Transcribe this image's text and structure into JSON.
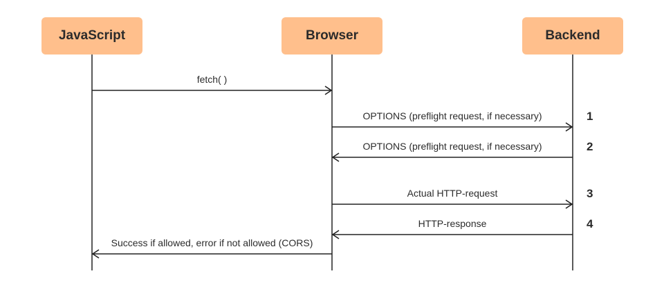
{
  "colors": {
    "actor_fill": "#ffbf8c",
    "line": "#222222",
    "text": "#2b2b2b"
  },
  "actors": [
    {
      "id": "js",
      "label": "JavaScript"
    },
    {
      "id": "browser",
      "label": "Browser"
    },
    {
      "id": "backend",
      "label": "Backend"
    }
  ],
  "messages": [
    {
      "from": "js",
      "to": "browser",
      "label": "fetch( )",
      "step": ""
    },
    {
      "from": "browser",
      "to": "backend",
      "label": "OPTIONS (preflight request, if necessary)",
      "step": "1"
    },
    {
      "from": "backend",
      "to": "browser",
      "label": "OPTIONS (preflight request, if necessary)",
      "step": "2"
    },
    {
      "from": "browser",
      "to": "backend",
      "label": "Actual HTTP-request",
      "step": "3"
    },
    {
      "from": "backend",
      "to": "browser",
      "label": "HTTP-response",
      "step": "4"
    },
    {
      "from": "browser",
      "to": "js",
      "label": "Success if allowed, error if not allowed (CORS)",
      "step": ""
    }
  ]
}
